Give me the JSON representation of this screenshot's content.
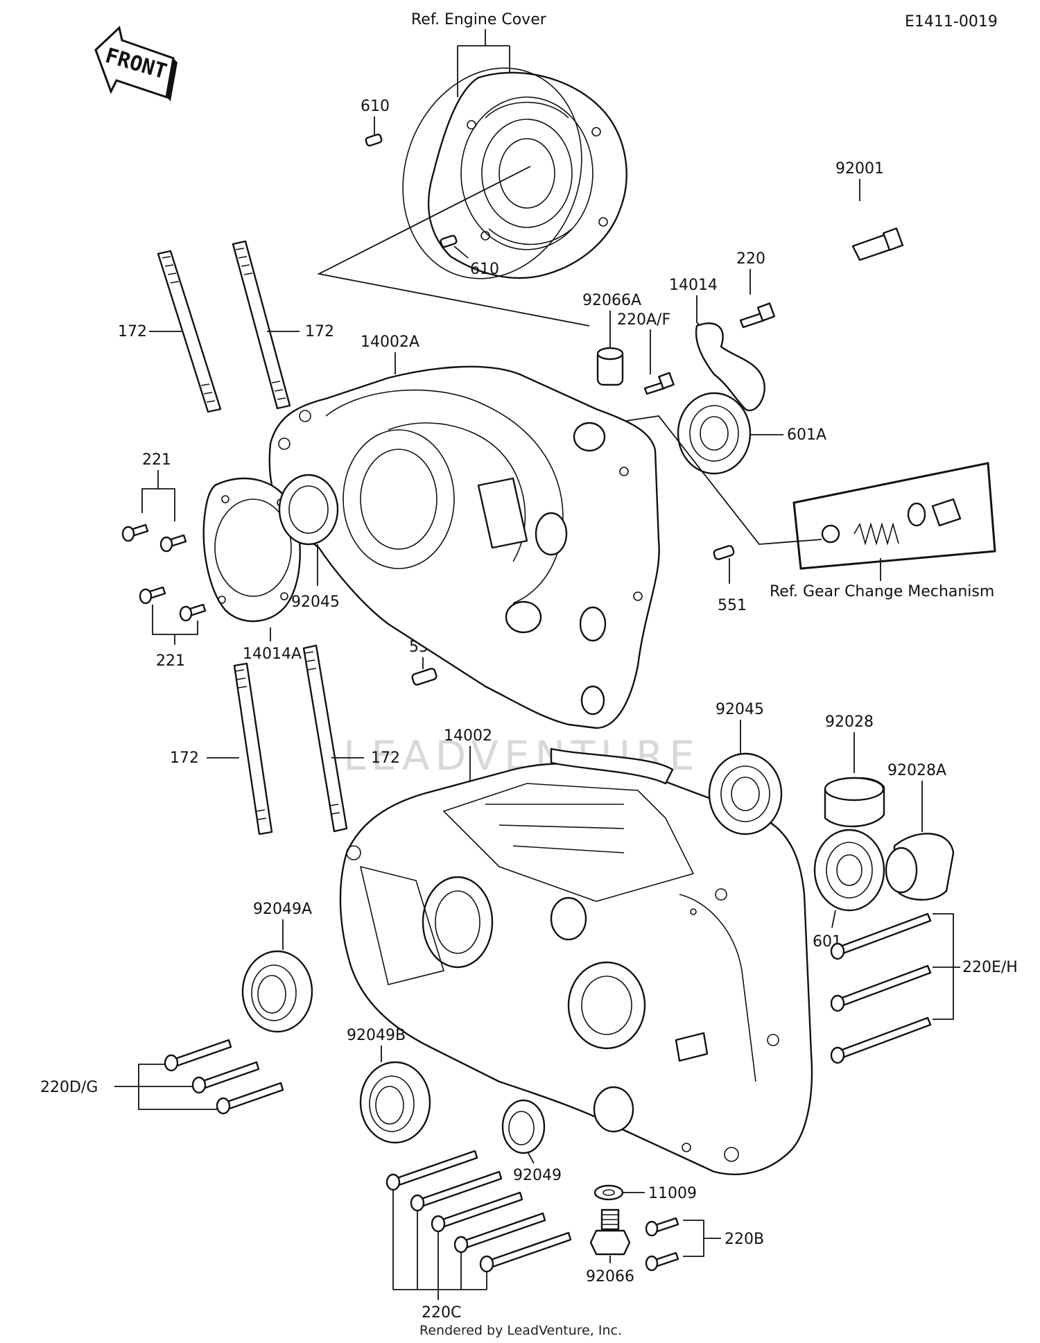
{
  "diagram": {
    "code": "E1411-0019",
    "front_label": "FRONT",
    "watermark": "LEADVENTURE",
    "footer": "Rendered by LeadVenture, Inc.",
    "refs": {
      "engine_cover": "Ref. Engine Cover",
      "gear_change": "Ref.  Gear Change Mechanism"
    },
    "labels": {
      "p610a": "610",
      "p610b": "610",
      "p92001": "92001",
      "p220": "220",
      "p14014": "14014",
      "p92066A": "92066A",
      "p220AF": "220A/F",
      "p172a": "172",
      "p172b": "172",
      "p14002A": "14002A",
      "p601A": "601A",
      "p221a": "221",
      "p221b": "221",
      "p92045a": "92045",
      "p14014A": "14014A",
      "p551a": "551",
      "p551b": "551",
      "p172c": "172",
      "p172d": "172",
      "p14002": "14002",
      "p92045b": "92045",
      "p92028": "92028",
      "p92028A": "92028A",
      "p601": "601",
      "p220EH": "220E/H",
      "p92049A": "92049A",
      "p220DG": "220D/G",
      "p92049B": "92049B",
      "p92049": "92049",
      "p11009": "11009",
      "p220B": "220B",
      "p92066": "92066",
      "p220C": "220C"
    }
  }
}
